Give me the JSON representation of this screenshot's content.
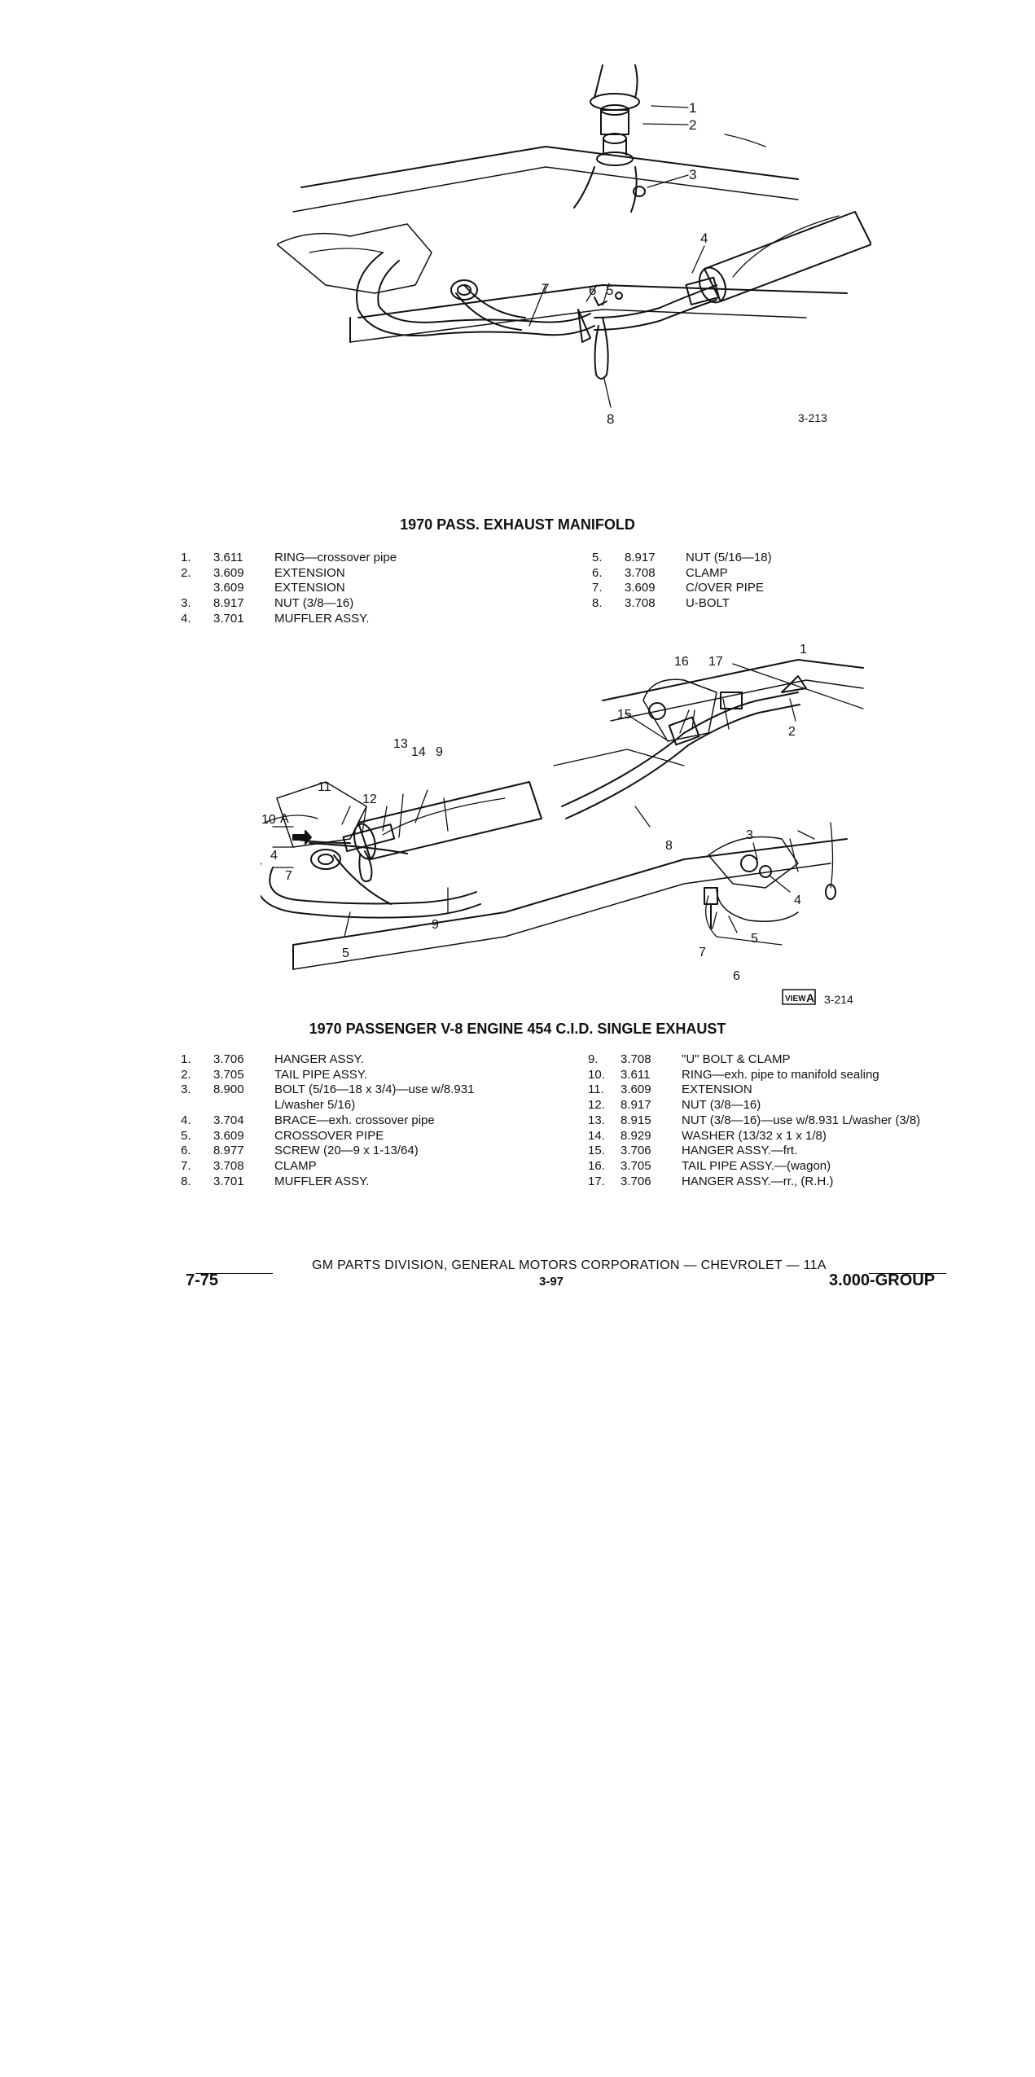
{
  "figure1": {
    "callouts": [
      "1",
      "2",
      "3",
      "4",
      "5",
      "6",
      "7",
      "8"
    ],
    "figure_number": "3-213"
  },
  "section1": {
    "title": "1970 PASS. EXHAUST MANIFOLD",
    "left_items": [
      {
        "no": "1.",
        "part": "3.611",
        "desc": "RING—crossover pipe"
      },
      {
        "no": "2.",
        "part": "3.609",
        "desc": "EXTENSION"
      },
      {
        "no": "",
        "part": "3.609",
        "desc": "EXTENSION"
      },
      {
        "no": "3.",
        "part": "8.917",
        "desc": "NUT (3/8—16)"
      },
      {
        "no": "4.",
        "part": "3.701",
        "desc": "MUFFLER ASSY."
      }
    ],
    "right_items": [
      {
        "no": "5.",
        "part": "8.917",
        "desc": "NUT (5/16—18)"
      },
      {
        "no": "6.",
        "part": "3.708",
        "desc": "CLAMP"
      },
      {
        "no": "7.",
        "part": "3.609",
        "desc": "C/OVER PIPE"
      },
      {
        "no": "8.",
        "part": "3.708",
        "desc": "U-BOLT"
      }
    ]
  },
  "figure2": {
    "callouts": [
      "1",
      "2",
      "3",
      "4",
      "5",
      "6",
      "7",
      "8",
      "9",
      "10",
      "11",
      "12",
      "13",
      "14",
      "15",
      "16",
      "17"
    ],
    "view_label": "VIEW",
    "view_letter": "A",
    "arrow_label": "A",
    "figure_number": "3-214"
  },
  "section2": {
    "title": "1970 PASSENGER V-8 ENGINE 454 C.I.D. SINGLE EXHAUST",
    "left_items": [
      {
        "no": "1.",
        "part": "3.706",
        "desc": "HANGER ASSY."
      },
      {
        "no": "2.",
        "part": "3.705",
        "desc": "TAIL PIPE ASSY."
      },
      {
        "no": "3.",
        "part": "8.900",
        "desc": "BOLT (5/16—18 x 3/4)—use w/8.931"
      },
      {
        "no": "",
        "part": "",
        "desc": "L/washer 5/16)"
      },
      {
        "no": "4.",
        "part": "3.704",
        "desc": "BRACE—exh. crossover pipe"
      },
      {
        "no": "5.",
        "part": "3.609",
        "desc": "CROSSOVER PIPE"
      },
      {
        "no": "6.",
        "part": "8.977",
        "desc": "SCREW (20—9 x 1-13/64)"
      },
      {
        "no": "7.",
        "part": "3.708",
        "desc": "CLAMP"
      },
      {
        "no": "8.",
        "part": "3.701",
        "desc": "MUFFLER ASSY."
      }
    ],
    "right_items": [
      {
        "no": "9.",
        "part": "3.708",
        "desc": "\"U\" BOLT & CLAMP"
      },
      {
        "no": "10.",
        "part": "3.611",
        "desc": "RING—exh. pipe to manifold sealing"
      },
      {
        "no": "11.",
        "part": "3.609",
        "desc": "EXTENSION"
      },
      {
        "no": "12.",
        "part": "8.917",
        "desc": "NUT (3/8—16)"
      },
      {
        "no": "13.",
        "part": "8.915",
        "desc": "NUT (3/8—16)—use w/8.931 L/washer (3/8)"
      },
      {
        "no": "14.",
        "part": "8.929",
        "desc": "WASHER (13/32 x 1 x 1/8)"
      },
      {
        "no": "15.",
        "part": "3.706",
        "desc": "HANGER ASSY.—frt."
      },
      {
        "no": "16.",
        "part": "3.705",
        "desc": "TAIL PIPE ASSY.—(wagon)"
      },
      {
        "no": "17.",
        "part": "3.706",
        "desc": "HANGER ASSY.—rr., (R.H.)"
      }
    ]
  },
  "footer": {
    "division": "GM PARTS DIVISION, GENERAL MOTORS CORPORATION — CHEVROLET — 11A",
    "left_code": "7-75",
    "page": "3-97",
    "group": "3.000-GROUP"
  }
}
